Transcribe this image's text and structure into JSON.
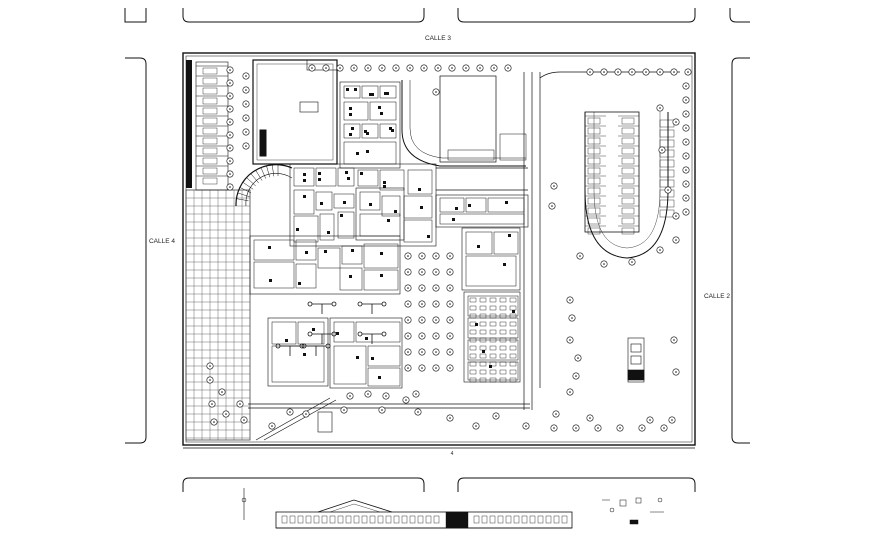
{
  "streets": {
    "north": "CALLE 3",
    "west": "CALLE 4",
    "east": "CALLE 2"
  },
  "section_marker": "4",
  "colors": {
    "linework": "#111111",
    "background": "#ffffff"
  }
}
